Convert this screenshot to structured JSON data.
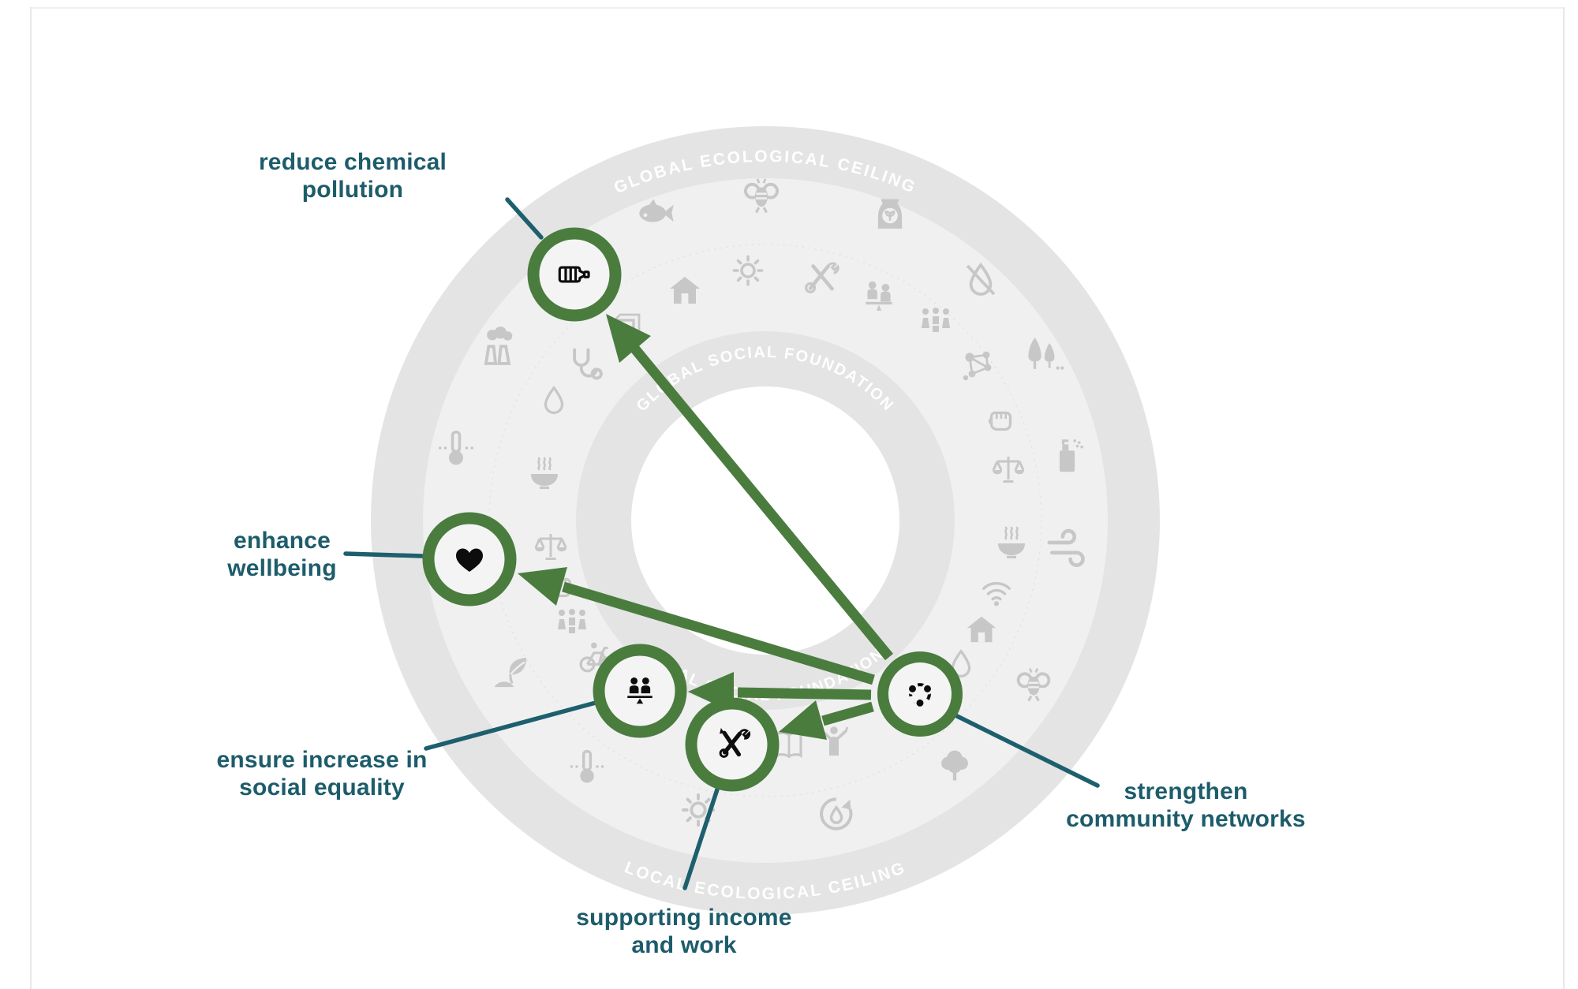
{
  "colors": {
    "background": "#ffffff",
    "node_ring_green": "#4a7c3e",
    "arrow_green": "#4a7c3e",
    "label_teal": "#1d5c6b",
    "connector_teal": "#1e5f6e",
    "band_gray": "#e4e4e4",
    "field_gray": "#f0f0f1",
    "icon_gray": "#c7c7c7",
    "band_text_white": "#ffffff",
    "node_icon_black": "#0d0d0d"
  },
  "diagram": {
    "type": "doughnut-economics-impact-map",
    "bands": {
      "outer_top": "GLOBAL ECOLOGICAL CEILING",
      "outer_bottom": "LOCAL ECOLOGICAL CEILING",
      "inner_top": "GLOBAL SOCIAL FOUNDATION",
      "inner_bottom": "LOCAL SOCIAL FOUNDATION"
    },
    "nodes": [
      {
        "id": "strengthen-community-networks",
        "label": "strengthen community networks",
        "icon": "community"
      },
      {
        "id": "reduce-chemical-pollution",
        "label": "reduce chemical pollution",
        "icon": "bottle"
      },
      {
        "id": "enhance-wellbeing",
        "label": "enhance wellbeing",
        "icon": "heart"
      },
      {
        "id": "ensure-increase-in-social-equality",
        "label": "ensure increase in social equality",
        "icon": "equality-people"
      },
      {
        "id": "supporting-income-and-work",
        "label": "supporting income and work",
        "icon": "crossed-tools"
      }
    ],
    "arrows": [
      {
        "from": "strengthen-community-networks",
        "to": "reduce-chemical-pollution"
      },
      {
        "from": "strengthen-community-networks",
        "to": "enhance-wellbeing"
      },
      {
        "from": "strengthen-community-networks",
        "to": "ensure-increase-in-social-equality"
      },
      {
        "from": "strengthen-community-networks",
        "to": "supporting-income-and-work"
      }
    ],
    "ring_icons": [
      {
        "id": "factory",
        "icon": "factory"
      },
      {
        "id": "fish",
        "icon": "fish"
      },
      {
        "id": "bee-top",
        "icon": "bee"
      },
      {
        "id": "seed-bag",
        "icon": "seed-bag"
      },
      {
        "id": "droplet-crossed",
        "icon": "droplet-crossed"
      },
      {
        "id": "trees",
        "icon": "trees"
      },
      {
        "id": "thermometer-left",
        "icon": "thermometer"
      },
      {
        "id": "spray-can",
        "icon": "spray-can"
      },
      {
        "id": "wind",
        "icon": "wind"
      },
      {
        "id": "bee-bottom",
        "icon": "bee"
      },
      {
        "id": "tree",
        "icon": "tree"
      },
      {
        "id": "water-recycle",
        "icon": "water-recycle"
      },
      {
        "id": "sun-bottom",
        "icon": "sun"
      },
      {
        "id": "thermometer-bottom",
        "icon": "thermometer"
      },
      {
        "id": "sprout",
        "icon": "sprout"
      },
      {
        "id": "stethoscope",
        "icon": "stethoscope"
      },
      {
        "id": "droplet-left",
        "icon": "droplet"
      },
      {
        "id": "bowl-left",
        "icon": "bowl"
      },
      {
        "id": "scales-left",
        "icon": "scales"
      },
      {
        "id": "fist-left",
        "icon": "fist"
      },
      {
        "id": "people-left",
        "icon": "people-group"
      },
      {
        "id": "bicycle",
        "icon": "bicycle"
      },
      {
        "id": "box",
        "icon": "box"
      },
      {
        "id": "house-top",
        "icon": "house"
      },
      {
        "id": "sun-top",
        "icon": "sun"
      },
      {
        "id": "tools-gray",
        "icon": "tools"
      },
      {
        "id": "equality-gray",
        "icon": "equality"
      },
      {
        "id": "people-right",
        "icon": "people-group"
      },
      {
        "id": "network",
        "icon": "network"
      },
      {
        "id": "fist-right",
        "icon": "fist"
      },
      {
        "id": "scales-right",
        "icon": "scales"
      },
      {
        "id": "bowl-right",
        "icon": "bowl"
      },
      {
        "id": "wifi",
        "icon": "wifi"
      },
      {
        "id": "house-right",
        "icon": "house"
      },
      {
        "id": "droplet-right",
        "icon": "droplet"
      },
      {
        "id": "book",
        "icon": "book"
      },
      {
        "id": "person-celebrating",
        "icon": "person-celebrating"
      }
    ]
  }
}
